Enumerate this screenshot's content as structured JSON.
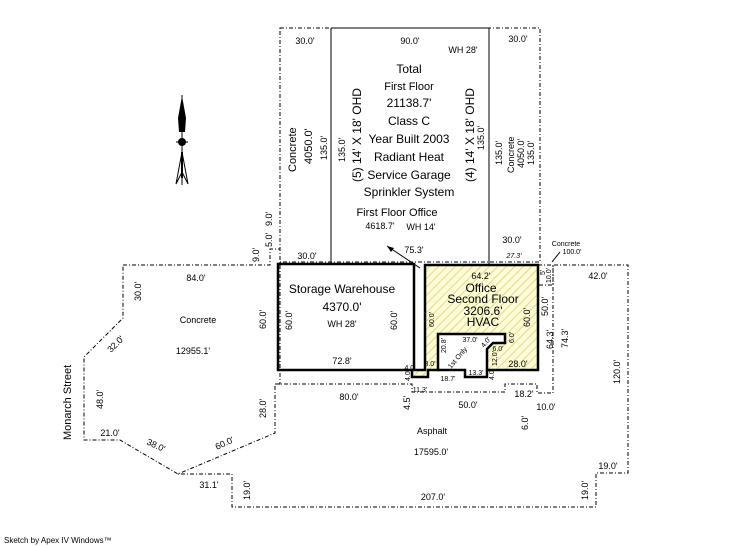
{
  "compass": {
    "icon": "north-arrow-icon"
  },
  "street": "Monarch Street",
  "garage": {
    "lines": [
      "Total",
      "First Floor",
      "21138.7'",
      "Class C",
      "Year Built 2003",
      "Radiant Heat",
      "Service Garage",
      "Sprinkler System"
    ],
    "width_top": "90.0'",
    "wall_height": "WH 28'",
    "left_doors": "(5) 14' X 18' OHD",
    "right_doors": "(4) 14' X 18' OHD",
    "left_len": "135.0'",
    "right_len": "135.0'"
  },
  "first_floor_office": {
    "name": "First Floor Office",
    "area": "4618.7'",
    "wall_height": "WH 14'",
    "dim": "75.3'"
  },
  "concrete_left_strip": {
    "name": "Concrete",
    "area": "4050.0'",
    "len": "135.0'",
    "top": "30.0'",
    "bottom": "30.0'"
  },
  "concrete_right_strip": {
    "name": "Concrete",
    "area": "4050.0'",
    "len": "135.0'",
    "len2": "135.0'",
    "top": "30.0'",
    "bottom": "30.0'",
    "bottom2": "27.3'"
  },
  "concrete_small": {
    "name": "Concrete",
    "area": "100.0'",
    "dim1": "5'",
    "dim2": "10.0'"
  },
  "storage": {
    "name": "Storage Warehouse",
    "area": "4370.0'",
    "wall_height": "WH 28'",
    "left": "60.0'",
    "right": "60.0'",
    "bottom": "72.8'"
  },
  "office": {
    "top": "64.2'",
    "name": "Office",
    "floor": "Second Floor",
    "area": "3206.6'",
    "feature": "HVAC",
    "left": "60.0'",
    "right": "60.0'",
    "bottom": "28.0'",
    "notch_top": "37.0'",
    "notch_left": "20.8'",
    "notch_diag": "4.0'",
    "notch_right": "6.0'",
    "notch_step": "6.0'",
    "notch_inner": "12.0'",
    "first_only": "1st Only",
    "bl1": "8.0'",
    "bl2": "8.0'",
    "bl3": "4.0'",
    "bl4": "4.0'",
    "b1": "18.7'",
    "b2": "13.3'",
    "b3": "4.0'"
  },
  "concrete_lot": {
    "name": "Concrete",
    "area": "12955.1'",
    "top": "84.0'",
    "d30": "30.0'",
    "d32": "32.0'",
    "d48": "48.0'",
    "d21": "21.0'",
    "d38": "38.0'",
    "d60a": "60.0'",
    "d60b": "60.0'",
    "d28": "28.0'",
    "d9": "9.0'",
    "d5": "5.0'",
    "d9b": "9.0'"
  },
  "asphalt": {
    "name": "Asphalt",
    "area": "17595.0'",
    "d80": "80.0'",
    "d45": "4.5'",
    "d113": "11.3'",
    "d50": "50.0'",
    "d182": "18.2'",
    "d10": "10.0'",
    "d6": "6.0'",
    "d643": "64.3'",
    "d743": "74.3'",
    "d50b": "50.0'",
    "d42": "42.0'",
    "d120": "120.0'",
    "d19a": "19.0'",
    "d19b": "19.0'",
    "d19c": "19.0'",
    "d207": "207.0'",
    "d311": "31.1'"
  },
  "footer": "Sketch by Apex IV Windows™"
}
